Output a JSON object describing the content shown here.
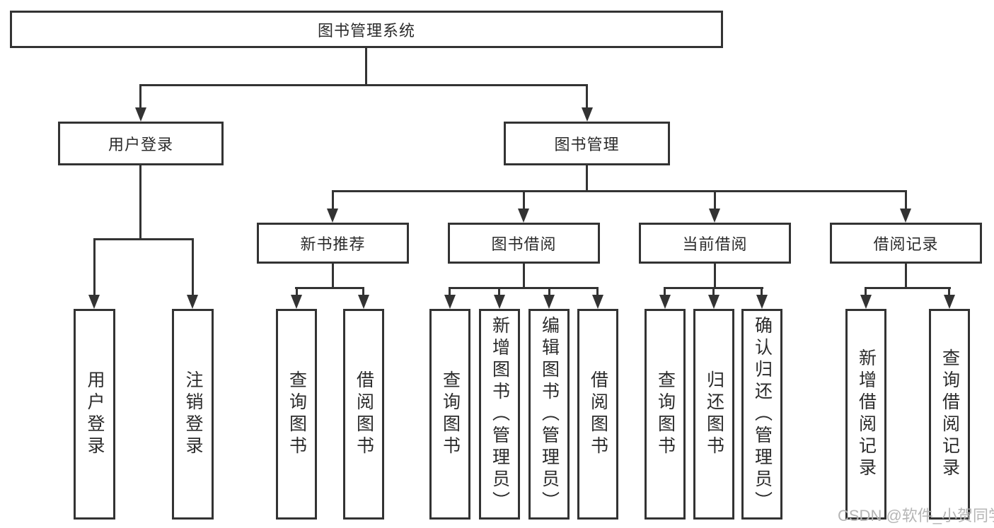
{
  "diagram_type": "hierarchy",
  "colors": {
    "line": "#333333",
    "background": "#ffffff",
    "watermark": "#b5b5b5"
  },
  "watermark": {
    "text": "CSDN @软件_小贺同学"
  },
  "tree": {
    "label": "图书管理系统",
    "children": [
      {
        "label": "用户登录",
        "children": [
          {
            "label": "用户登录"
          },
          {
            "label": "注销登录"
          }
        ]
      },
      {
        "label": "图书管理",
        "children": [
          {
            "label": "新书推荐",
            "children": [
              {
                "label": "查询图书"
              },
              {
                "label": "借阅图书"
              }
            ]
          },
          {
            "label": "图书借阅",
            "children": [
              {
                "label": "查询图书"
              },
              {
                "label": "新增图书（管理员）"
              },
              {
                "label": "编辑图书（管理员）"
              },
              {
                "label": "借阅图书"
              }
            ]
          },
          {
            "label": "当前借阅",
            "children": [
              {
                "label": "查询图书"
              },
              {
                "label": "归还图书"
              },
              {
                "label": "确认归还（管理员）"
              }
            ]
          },
          {
            "label": "借阅记录",
            "children": [
              {
                "label": "新增借阅记录"
              },
              {
                "label": "查询借阅记录"
              }
            ]
          }
        ]
      }
    ]
  }
}
